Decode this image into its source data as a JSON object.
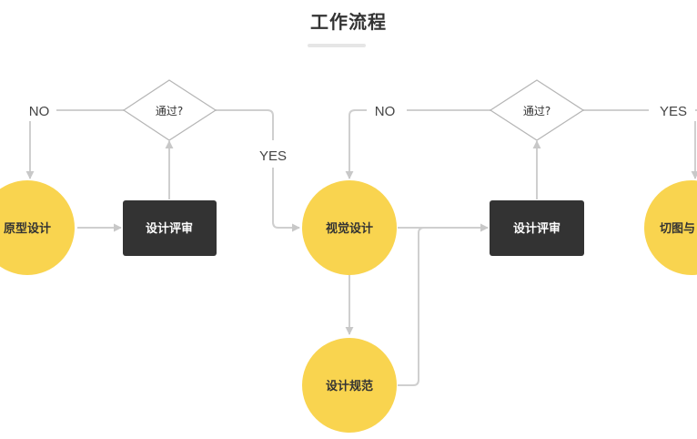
{
  "title": "工作流程",
  "nodes": {
    "prototype": "原型设计",
    "review1": "设计评审",
    "visual": "视觉设计",
    "spec": "设计规范",
    "review2": "设计评审",
    "slice": "切图与"
  },
  "decisions": {
    "check1": "通过?",
    "check2": "通过?"
  },
  "branches": {
    "no1": "NO",
    "yes1": "YES",
    "no2": "NO",
    "yes2": "YES"
  },
  "colors": {
    "circle": "#f9d44f",
    "box": "#333333",
    "line": "#cfcfcf",
    "arrow": "#c8c8c8",
    "title": "#333333"
  }
}
